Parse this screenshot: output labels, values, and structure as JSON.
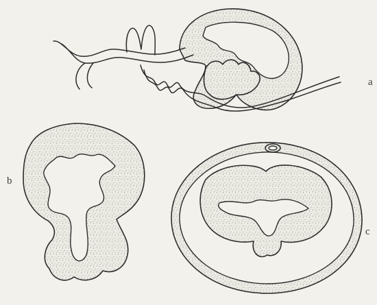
{
  "figure_labels": {
    "a": "a",
    "b": "b",
    "c": "c"
  },
  "colors": {
    "paper": "#f2f1ec",
    "ink": "#2c2c2c",
    "stipple": "#6d6d6d"
  }
}
